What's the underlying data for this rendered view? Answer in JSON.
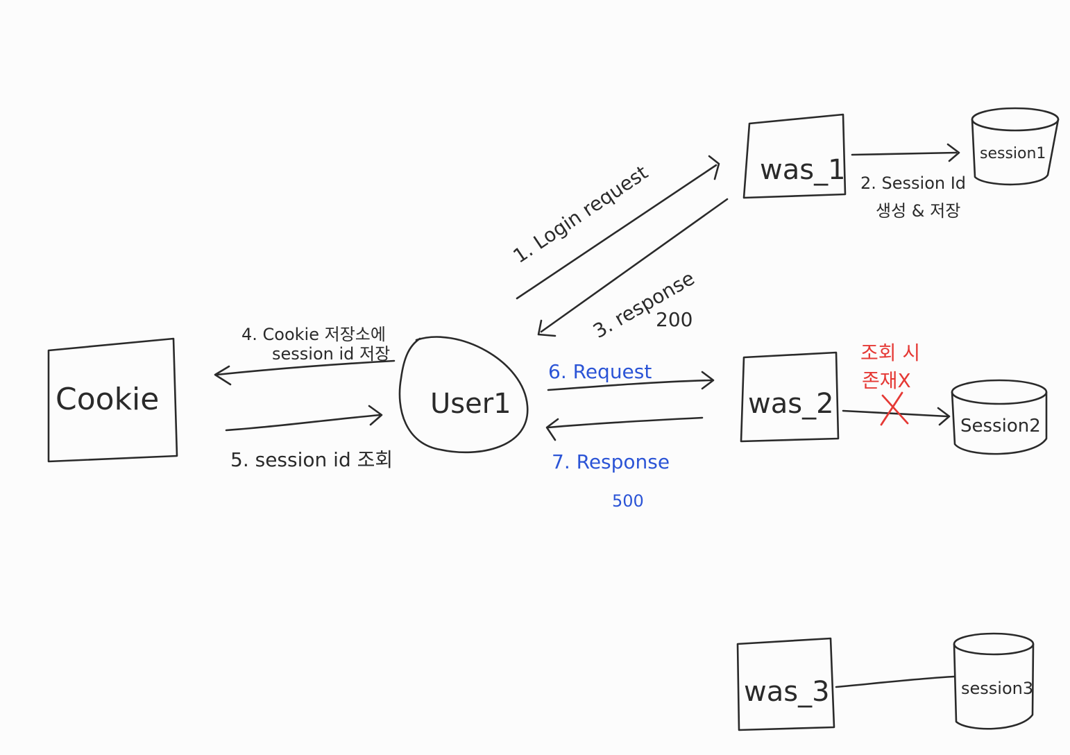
{
  "nodes": {
    "cookie": "Cookie",
    "user": "User1",
    "was1": "was_1",
    "was2": "was_2",
    "was3": "was_3",
    "session1": "session1",
    "session2": "Session2",
    "session3": "session3"
  },
  "edges": {
    "step1": "1. Login request",
    "step2_line1": "2. Session Id",
    "step2_line2": "생성 & 저장",
    "step3_line1": "3. response",
    "step3_line2": "200",
    "step4_line1": "4. Cookie 저장소에",
    "step4_line2": "session id 저장",
    "step5": "5. session id 조회",
    "step6": "6. Request",
    "step7_line1": "7. Response",
    "step7_line2": "500",
    "lookup_line1": "조회 시",
    "lookup_line2": "존재X"
  },
  "colors": {
    "ink": "#2a2a2a",
    "blue": "#2b54d6",
    "red": "#e53935"
  }
}
